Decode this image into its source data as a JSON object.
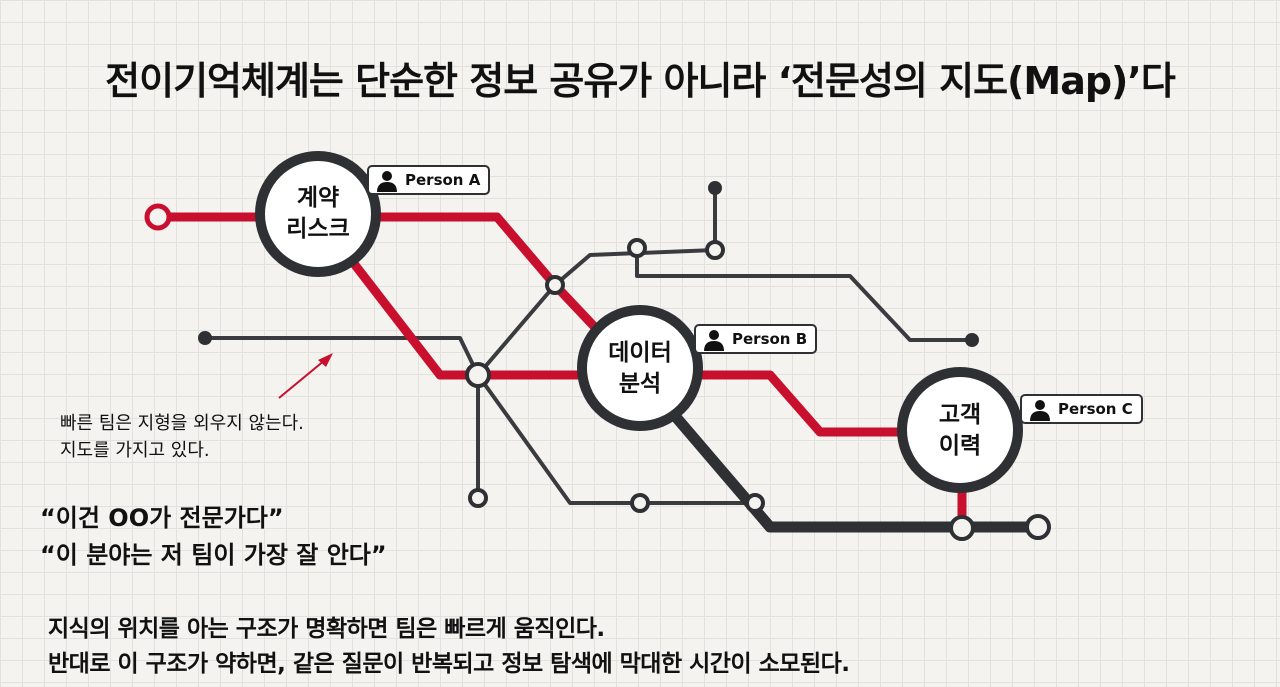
{
  "title": "전이기억체계는 단순한 정보 공유가 아니라 ‘전문성의 지도(Map)’다",
  "stations": [
    {
      "id": "contract",
      "line1": "계약",
      "line2": "리스크",
      "person": "Person A"
    },
    {
      "id": "data",
      "line1": "데이터",
      "line2": "분석",
      "person": "Person B"
    },
    {
      "id": "customer",
      "line1": "고객",
      "line2": "이력",
      "person": "Person C"
    }
  ],
  "annotation": {
    "line1": "빠른 팀은 지형을 외우지 않는다.",
    "line2": "지도를 가지고 있다."
  },
  "quotes": [
    "“이건 OO가 전문가다”",
    "“이 분야는 저 팀이 가장 잘 안다”"
  ],
  "summary": [
    "지식의 위치를 아는 구조가 명확하면 팀은 빠르게 움직인다.",
    "반대로 이 구조가 약하면, 같은 질문이 반복되고 정보 탐색에 막대한 시간이 소모된다."
  ],
  "colors": {
    "red_line": "#c8102e",
    "dark_line": "#2f3034",
    "background": "#f4f3f0"
  }
}
